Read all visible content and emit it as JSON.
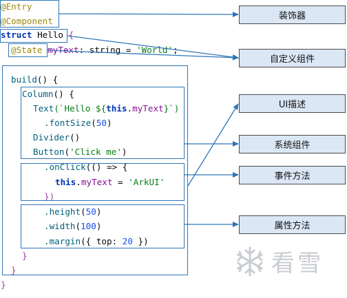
{
  "code": {
    "entry": "@Entry",
    "component": "@Component",
    "struct_kw": "struct",
    "struct_name": "Hello",
    "struct_brace": "{",
    "state_dec": "@State",
    "state_rest_name": "myText",
    "state_rest_type": ": string = ",
    "state_rest_value": "'World'",
    "state_rest_semi": ";",
    "build_fn": "build",
    "build_rest": "() {",
    "column_fn": "Column",
    "column_rest": "() {",
    "text_fn": "Text",
    "text_open": "(`Hello ${",
    "text_this": "this",
    "text_dot": ".",
    "text_prop": "myText",
    "text_close": "}`)",
    "fontsize_fn": ".fontSize",
    "fontsize_open": "(",
    "fontsize_val": "50",
    "fontsize_close": ")",
    "divider_fn": "Divider",
    "divider_rest": "()",
    "button_fn": "Button",
    "button_open": "(",
    "button_str": "'Click me'",
    "button_close": ")",
    "onclick_fn": ".onClick",
    "onclick_rest": "(() => {",
    "assign_this": "this",
    "assign_dot": ".",
    "assign_prop": "myText",
    "assign_eq": " = ",
    "assign_str": "'ArkUI'",
    "close_paren": "})",
    "height_fn": ".height",
    "height_open": "(",
    "height_val": "50",
    "height_close": ")",
    "width_fn": ".width",
    "width_open": "(",
    "width_val": "100",
    "width_close": ")",
    "margin_fn": ".margin",
    "margin_open": "({ ",
    "margin_key": "top",
    "margin_colon": ": ",
    "margin_val": "20",
    "margin_close": " })",
    "close_column": "}",
    "close_build": "}",
    "close_struct": "}"
  },
  "labels": {
    "decorator": "装饰器",
    "custom_component": "自定义组件",
    "ui_description": "UI描述",
    "system_component": "系统组件",
    "event_method": "事件方法",
    "attribute_method": "属性方法"
  },
  "watermark": {
    "text": "看雪",
    "icon": "snowflake-icon"
  },
  "colors": {
    "box_border": "#2e75b6",
    "label_fill": "#dbe7f5",
    "arrow": "#2e75b6"
  }
}
